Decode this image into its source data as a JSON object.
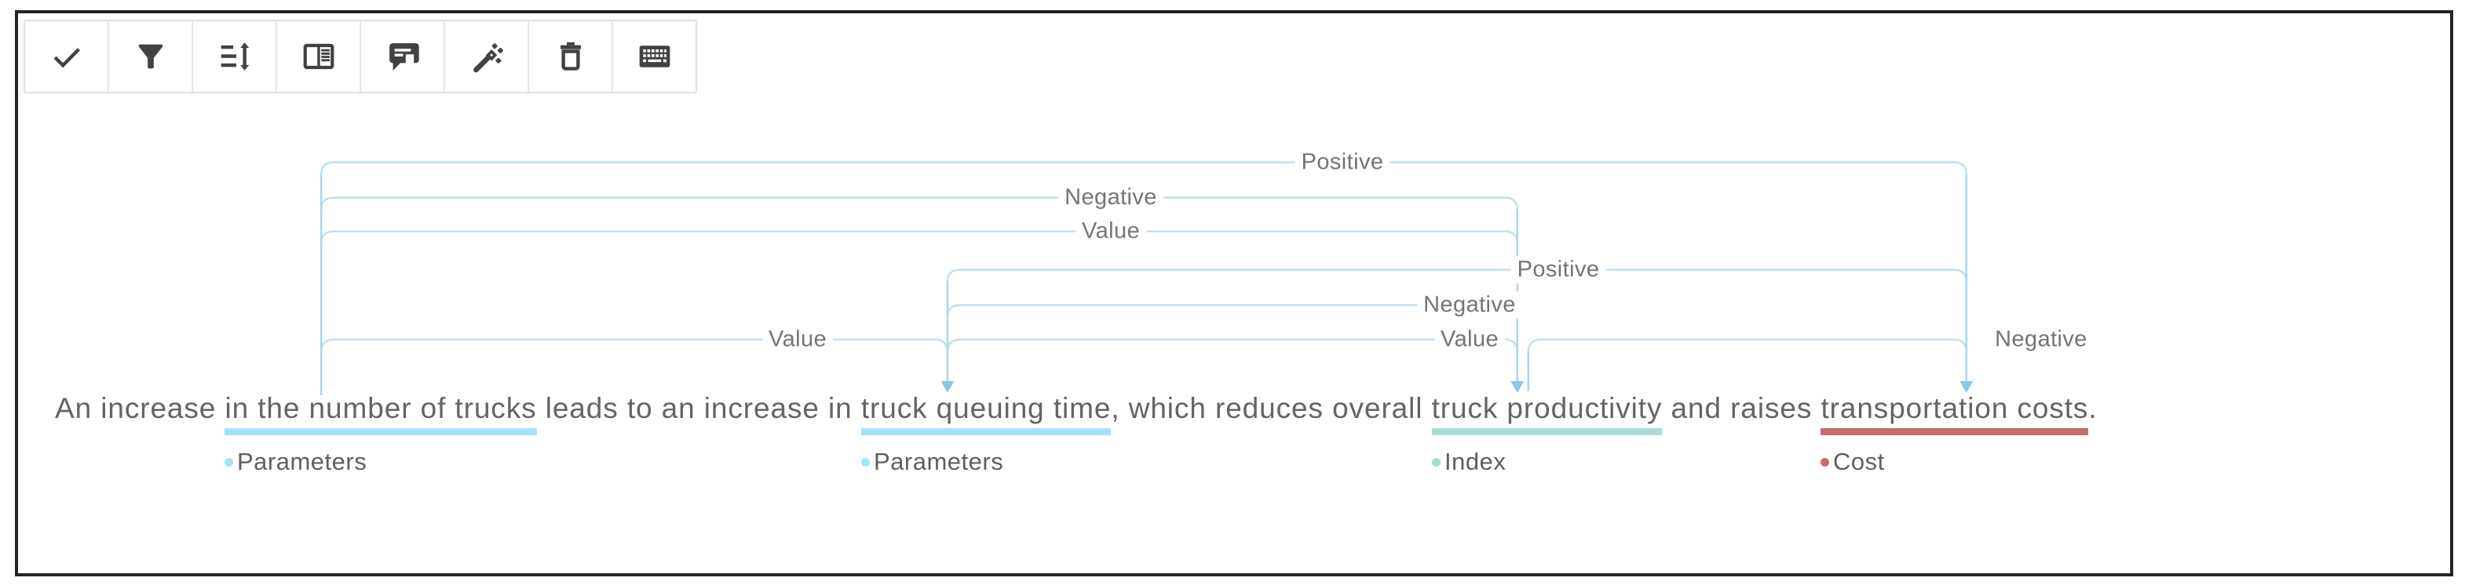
{
  "toolbar": {
    "buttons": [
      {
        "id": "approve",
        "icon": "check-icon"
      },
      {
        "id": "filter",
        "icon": "filter-icon"
      },
      {
        "id": "line-spacing",
        "icon": "line-spacing-icon"
      },
      {
        "id": "reader-mode",
        "icon": "reader-mode-icon"
      },
      {
        "id": "comment",
        "icon": "comment-icon"
      },
      {
        "id": "auto-label",
        "icon": "magic-wand-icon"
      },
      {
        "id": "delete-annotations",
        "icon": "trash-icon"
      },
      {
        "id": "keyboard-shortcuts",
        "icon": "keyboard-icon"
      }
    ]
  },
  "annotation": {
    "sentence_segments": [
      {
        "text": "An increase "
      },
      {
        "text": "in the number of trucks",
        "entity": "e1"
      },
      {
        "text": " leads to an increase in "
      },
      {
        "text": "truck queuing time",
        "entity": "e2"
      },
      {
        "text": ", which reduces overall "
      },
      {
        "text": "truck productivity",
        "entity": "e3"
      },
      {
        "text": " and raises "
      },
      {
        "text": "transportation costs",
        "entity": "e4"
      },
      {
        "text": "."
      }
    ],
    "entities": [
      {
        "id": "e1",
        "label": "Parameters",
        "color": "#a6e1fb"
      },
      {
        "id": "e2",
        "label": "Parameters",
        "color": "#a6e1fb"
      },
      {
        "id": "e3",
        "label": "Index",
        "color": "#a9dcd6"
      },
      {
        "id": "e4",
        "label": "Cost",
        "color": "#c76b6c"
      }
    ],
    "relations": [
      {
        "from": "e1",
        "to": "e4",
        "label": "Positive"
      },
      {
        "from": "e1",
        "to": "e3",
        "label": "Negative"
      },
      {
        "from": "e1",
        "to": "e3",
        "label": "Value"
      },
      {
        "from": "e2",
        "to": "e4",
        "label": "Positive"
      },
      {
        "from": "e2",
        "to": "e3",
        "label": "Negative"
      },
      {
        "from": "e1",
        "to": "e2",
        "label": "Value"
      },
      {
        "from": "e2",
        "to": "e3",
        "label": "Value"
      },
      {
        "from": "e3",
        "to": "e4",
        "label": "Negative"
      }
    ]
  },
  "colors": {
    "arc_line": "#bfe0f2",
    "arc_vertical": "#abd7f0",
    "arc_arrow": "#8fc7e7",
    "sentence_text": "#646464",
    "entity_label_text": "#5f5f5f",
    "arc_label_text": "#747474",
    "icon": "#424242",
    "toolbar_border": "#e2e2e2",
    "frame": "#242424"
  }
}
